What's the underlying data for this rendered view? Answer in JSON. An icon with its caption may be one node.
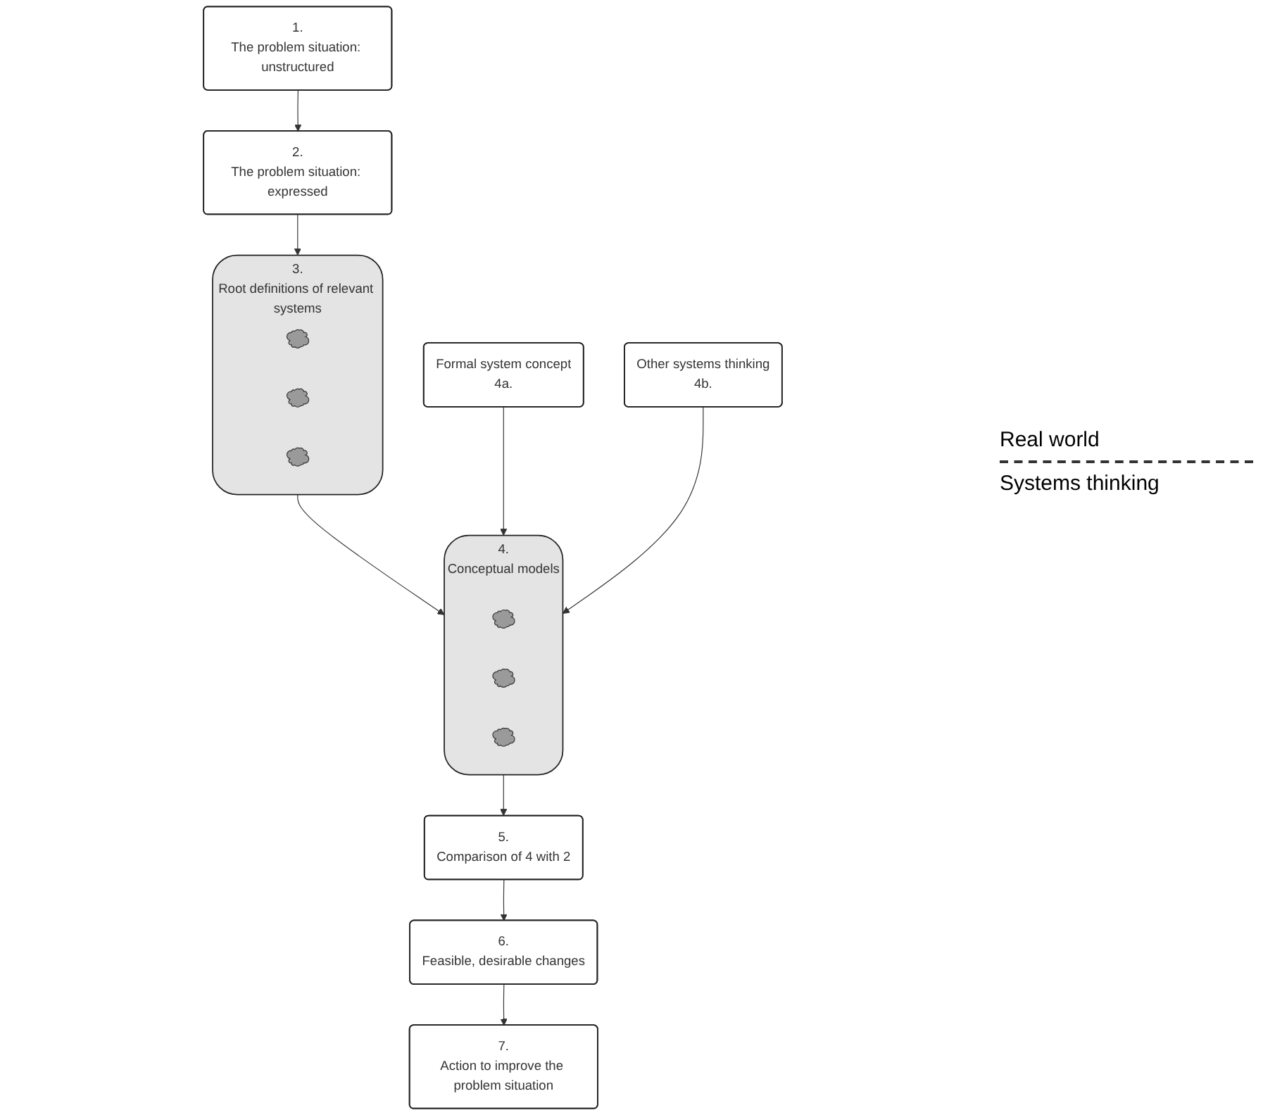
{
  "diagram": {
    "nodes": [
      {
        "text": [
          "1.",
          "The problem situation: unstructured"
        ]
      },
      {
        "text": [
          "7.",
          "Action to improve the problem situation"
        ]
      },
      {
        "text": [
          "6.",
          "Feasible, desirable changes"
        ]
      },
      {
        "text": [
          "2.",
          "The problem situation: expressed"
        ]
      },
      {
        "text": [
          "5.",
          "Comparison of 4 with 2"
        ]
      },
      {
        "text": [
          "3.",
          "Root definitions of relevant systems"
        ]
      },
      {
        "text": [],
        "shape": "cloud",
        "in": 5
      },
      {
        "text": [],
        "shape": "cloud",
        "in": 5
      },
      {
        "text": [],
        "shape": "cloud",
        "in": 5
      },
      {
        "text": [
          "4.",
          "Conceptual models"
        ]
      },
      {
        "text": [],
        "shape": "cloud",
        "in": 9
      },
      {
        "text": [],
        "shape": "cloud",
        "in": 9
      },
      {
        "text": [],
        "shape": "cloud",
        "in": 9
      },
      {
        "text": [
          "Formal system concept",
          "4a."
        ]
      },
      {
        "text": [
          "Other systems thinking",
          "4b."
        ]
      }
    ],
    "edges": [
      {
        "from": 0,
        "to": 3,
        "arrow": "to"
      },
      {
        "from": 3,
        "to": 5,
        "arrow": "to"
      },
      {
        "from": 5,
        "to": 9,
        "arrow": "to"
      },
      {
        "from": 9,
        "to": 4,
        "arrow": "to"
      },
      {
        "from": 4,
        "to": 2,
        "arrow": "to"
      },
      {
        "from": 2,
        "to": 1,
        "arrow": "to"
      },
      {
        "from": 13,
        "to": 9,
        "arrow": "to"
      },
      {
        "from": 14,
        "to": 9,
        "arrow": "to"
      }
    ],
    "labels": [
      "Real world",
      "Systems thinking"
    ]
  }
}
